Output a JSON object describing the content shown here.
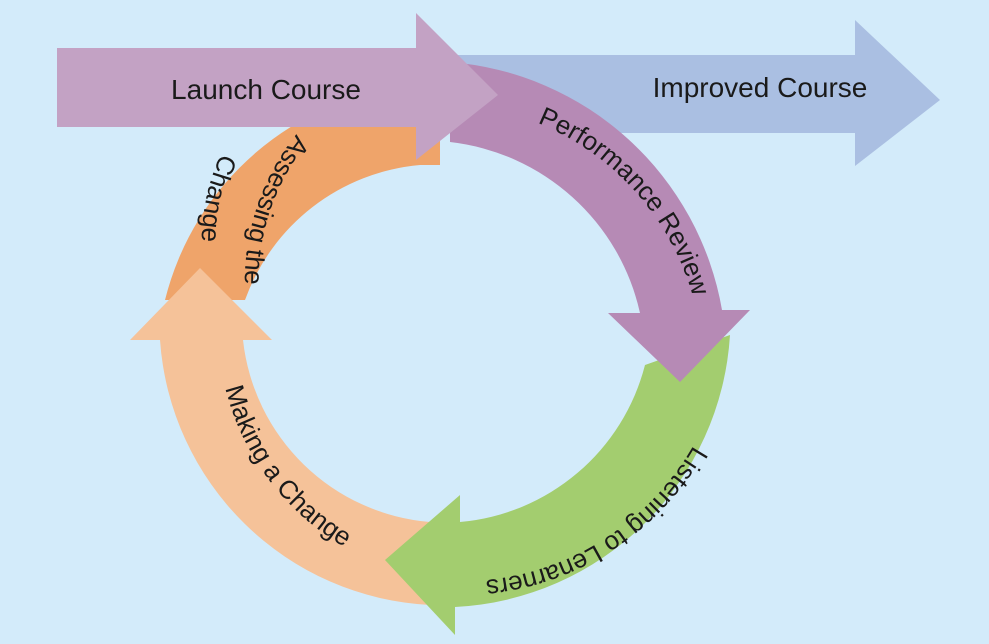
{
  "diagram": {
    "type": "cycle",
    "background_color": "#d3ebfa",
    "entry_arrow": {
      "label": "Launch Course",
      "color": "#c3a2c4"
    },
    "exit_arrow": {
      "label": "Improved Course",
      "color": "#aabfe2"
    },
    "stages": [
      {
        "label": "Performance Review",
        "color": "#b68ab5"
      },
      {
        "label": "Listening to Lenarners",
        "color": "#a3cd6f"
      },
      {
        "label": "Making a Change",
        "color": "#f5c299"
      },
      {
        "label_line1": "Assessing",
        "label_line2": "the",
        "label_line3": "Change",
        "label": "Assessing the Change",
        "color": "#efa46a"
      }
    ],
    "flow": [
      "Launch Course",
      "Performance Review",
      "Listening to Lenarners",
      "Making a Change",
      "Assessing the Change",
      "Improved Course"
    ]
  }
}
